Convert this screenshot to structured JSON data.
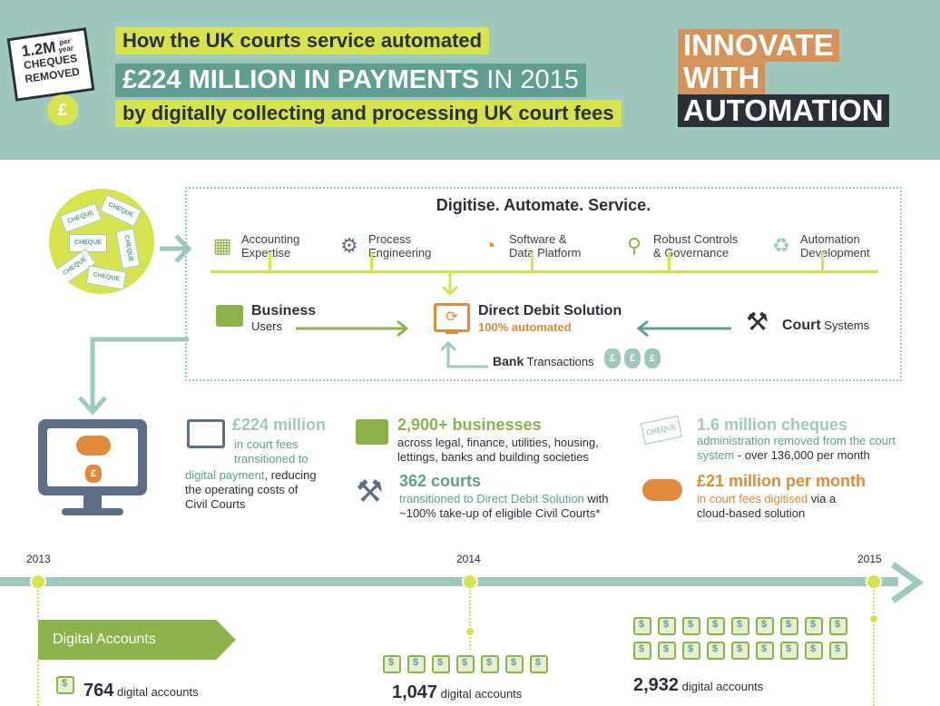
{
  "header": {
    "badge_big": "1.2M",
    "badge_per": "per year",
    "badge_line2": "CHEQUES",
    "badge_line3": "REMOVED",
    "badge_symbol": "£",
    "line1": "How the UK courts service automated",
    "line2_bold": "£224 MILLION IN PAYMENTS",
    "line2_thin": " IN 2015",
    "line3": "by digitally collecting and processing UK court fees",
    "tag1": "INNOVATE",
    "tag2": "WITH",
    "tag3": "AUTOMATION",
    "colors": {
      "teal_bg": "#9ec8bd",
      "lime": "#d6e34e",
      "dark_teal": "#5f9f91",
      "orange": "#d4935a",
      "navy": "#2b2f3a"
    }
  },
  "cheque_label": "CHEQUE",
  "process": {
    "title": "Digitise. Automate. Service.",
    "capabilities": [
      {
        "icon": "calculator-icon",
        "l1": "Accounting",
        "l2": "Expertise"
      },
      {
        "icon": "gears-icon",
        "l1": "Process",
        "l2": "Engineering"
      },
      {
        "icon": "platform-icon",
        "l1": "Software &",
        "l2": "Data Platform"
      },
      {
        "icon": "magnifier-icon",
        "l1": "Robust Controls",
        "l2": "& Governance"
      },
      {
        "icon": "recycle-icon",
        "l1": "Automation",
        "l2": "Development"
      }
    ],
    "dd_title": "Direct Debit Solution",
    "dd_sub": "100% automated",
    "business_title": "Business",
    "business_sub": "Users",
    "court_bold": "Court",
    "court_sub": " Systems",
    "bank_bold": "Bank",
    "bank_sub": " Transactions",
    "bag_symbol": "£"
  },
  "stats": {
    "s1_num": "£224 million",
    "s1_l1": "in court fees",
    "s1_l2": "transitioned to",
    "s1_l3a": "digital payment",
    "s1_l3b": ", reducing",
    "s1_l4": "the operating costs of",
    "s1_l5": "Civil Courts",
    "s2_num": "2,900+ businesses",
    "s2_l1": "across legal, finance, utilities, housing,",
    "s2_l2": "lettings, banks and building societies",
    "s3_num": "362 courts",
    "s3_l1a": "transitioned to Direct Debit Solution",
    "s3_l1b": " with",
    "s3_l2": "~100% take-up of eligible Civil Courts*",
    "s4_num": "1.6 million cheques",
    "s4_l1": "administration removed from the court",
    "s4_l2a": "system",
    "s4_l2b": " - over 136,000 per month",
    "s5_num": "£21 million per month",
    "s5_l1a": "in court fees digitised",
    "s5_l1b": " via a",
    "s5_l2": "cloud-based solution"
  },
  "timeline": {
    "years": [
      "2013",
      "2014",
      "2015"
    ],
    "banner": "Digital Accounts",
    "acc1_num": "764",
    "acc2_num": "1,047",
    "acc3_num": "2,932",
    "acc_label": " digital accounts"
  }
}
